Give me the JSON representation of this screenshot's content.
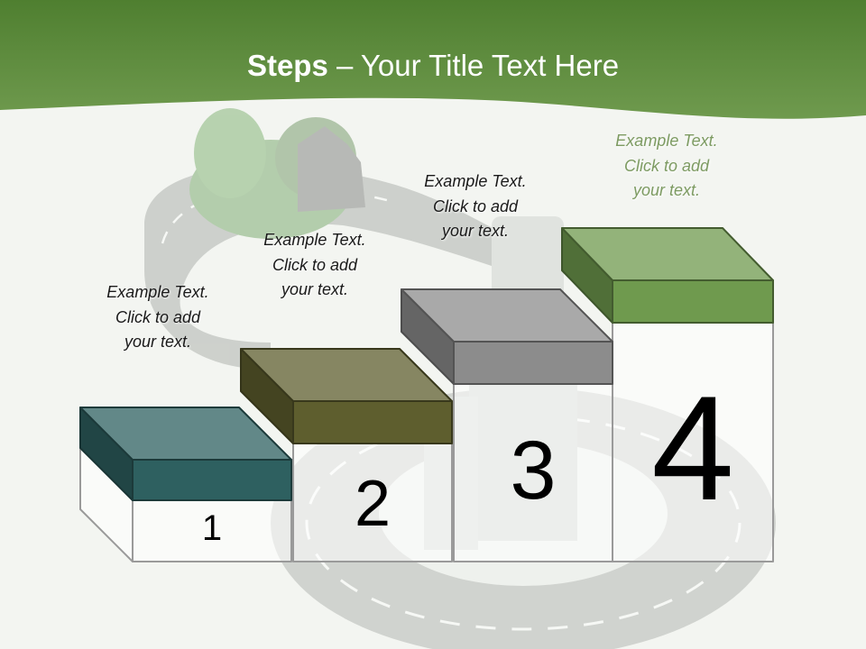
{
  "title": {
    "bold": "Steps",
    "rest": " – Your Title Text Here"
  },
  "steps": [
    {
      "number": "1",
      "text": [
        "Example Text.",
        "Click  to add",
        "your text."
      ],
      "color": "#2e6060"
    },
    {
      "number": "2",
      "text": [
        "Example Text.",
        "Click  to add",
        "your text."
      ],
      "color": "#5e5e2e"
    },
    {
      "number": "3",
      "text": [
        "Example Text.",
        "Click  to add",
        "your text."
      ],
      "color": "#8c8c8c"
    },
    {
      "number": "4",
      "text": [
        "Example Text.",
        "Click  to add",
        "your text."
      ],
      "color": "#6f9a4e"
    }
  ],
  "colors": {
    "header": "#5e8e3c",
    "accent_text": "#7d9b62"
  }
}
